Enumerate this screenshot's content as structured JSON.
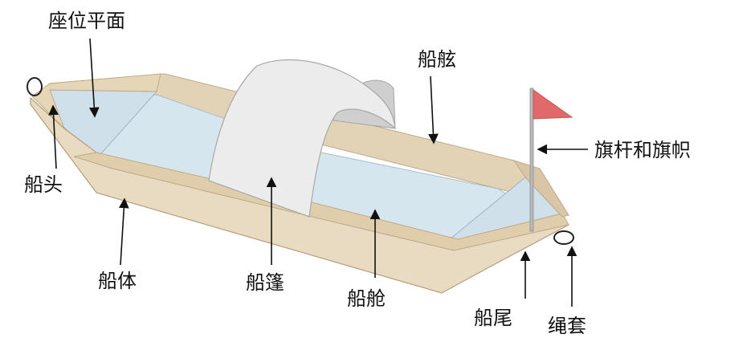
{
  "labels": {
    "seat_plane": "座位平面",
    "gunwale": "船舷",
    "bow": "船头",
    "flag": "旗杆和旗帜",
    "hull": "船体",
    "canopy": "船篷",
    "cabin": "船舱",
    "stern": "船尾",
    "rope_loop": "绳套"
  },
  "colors": {
    "paper": "#e9dbc2",
    "paper_dark": "#d9c6a6",
    "paper_shadow": "#cdb895",
    "water": "#d6e6ee",
    "canopy": "#ececec",
    "flag": "#e06a6a",
    "ink": "#111111"
  }
}
